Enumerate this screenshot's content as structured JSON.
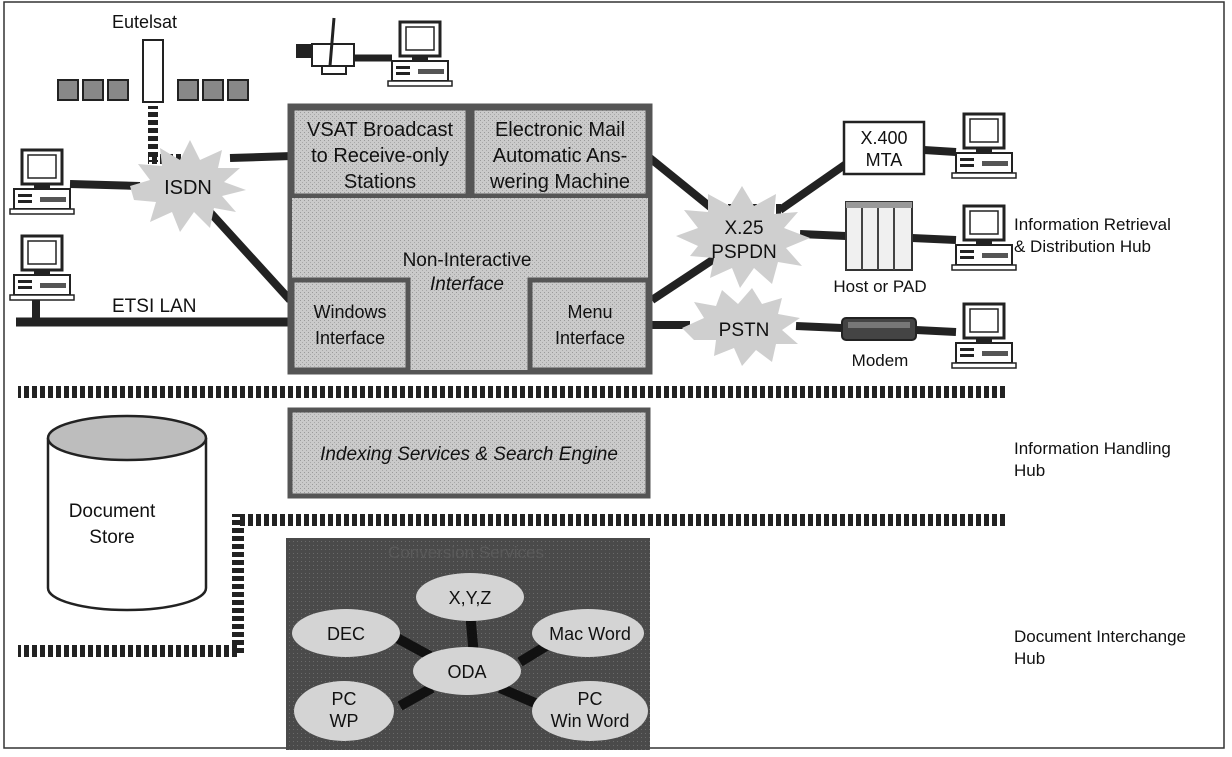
{
  "satellite_label": "Eutelsat",
  "clouds": {
    "isdn": "ISDN",
    "x25": [
      "X.25",
      "PSPDN"
    ],
    "pstn": "PSTN"
  },
  "lan_label": "ETSI LAN",
  "main_box": {
    "vsat": [
      "VSAT Broadcast",
      "to Receive-only",
      "Stations"
    ],
    "email": [
      "Electronic Mail",
      "Automatic Ans-",
      "wering Machine"
    ],
    "non_interactive": [
      "Non-Interactive",
      "Interface"
    ],
    "windows": [
      "Windows",
      "Interface"
    ],
    "menu": [
      "Menu",
      "Interface"
    ]
  },
  "mta": [
    "X.400",
    "MTA"
  ],
  "host_label": "Host or PAD",
  "modem_label": "Modem",
  "indexing_label": "Indexing Services & Search Engine",
  "document_store": [
    "Document",
    "Store"
  ],
  "conversion": {
    "title": "Conversion Services",
    "nodes": {
      "xyz": [
        "X,Y,Z"
      ],
      "dec": [
        "DEC"
      ],
      "mac": [
        "Mac Word"
      ],
      "oda": [
        "ODA"
      ],
      "pcwp": [
        "PC",
        "WP"
      ],
      "pcwin": [
        "PC",
        "Win Word"
      ]
    }
  },
  "hubs": {
    "retrieval": [
      "Information Retrieval",
      "& Distribution Hub"
    ],
    "handling": [
      "Information Handling",
      "Hub"
    ],
    "interchange": [
      "Document Interchange",
      "Hub"
    ]
  },
  "colors": {
    "box_fill": "#c9c9c9",
    "box_border": "#555555",
    "cloud_fill": "#cfcfcf",
    "conv_bg": "#4a4a4a",
    "ellipse_fill": "#d4d4d4",
    "line": "#222222"
  },
  "icons": [
    "computer-icon",
    "satellite-icon",
    "printer-icon",
    "host-cabinet-icon",
    "modem-icon",
    "cylinder-icon"
  ]
}
